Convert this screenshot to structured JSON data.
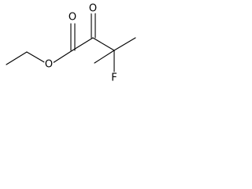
{
  "atoms": {
    "ester_oxygen": "O",
    "ester_carbonyl_oxygen": "O",
    "ketone_oxygen": "O",
    "fluorine": "F"
  },
  "colors": {
    "bond": "#000000",
    "label": "#000000",
    "background": "#ffffff"
  }
}
